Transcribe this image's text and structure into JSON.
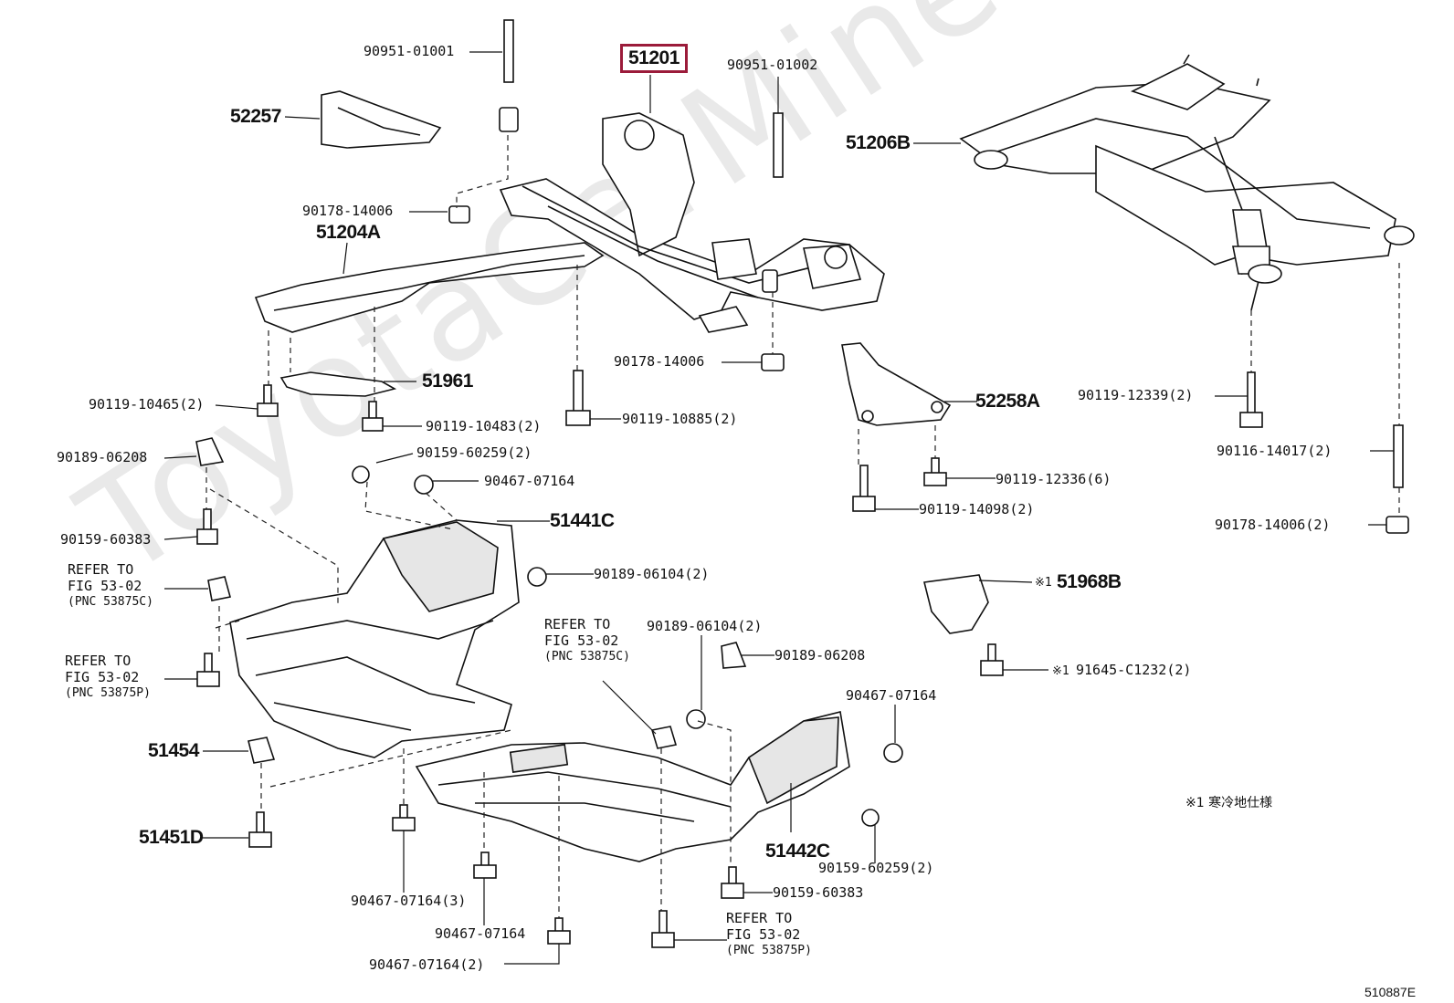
{
  "watermark": "ToyotaCarMine.ru",
  "figure_code": "510887E",
  "note": "※1 寒冷地仕様",
  "labels": {
    "l51201": "51201",
    "l90951_01001": "90951-01001",
    "l90951_01002": "90951-01002",
    "l52257": "52257",
    "l51206B": "51206B",
    "l90178_14006_a": "90178-14006",
    "l51204A": "51204A",
    "l51961": "51961",
    "l90119_10465": "90119-10465(2)",
    "l90119_10483": "90119-10483(2)",
    "l90119_10885": "90119-10885(2)",
    "l90178_14006_b": "90178-14006",
    "l52258A": "52258A",
    "l90119_12339": "90119-12339(2)",
    "l90116_14017": "90116-14017(2)",
    "l90119_12336": "90119-12336(6)",
    "l90119_14098": "90119-14098(2)",
    "l90178_14006_c": "90178-14006(2)",
    "l90189_06208_a": "90189-06208",
    "l90159_60259_a": "90159-60259(2)",
    "l90467_07164_a": "90467-07164",
    "l51441C": "51441C",
    "l90159_60383_a": "90159-60383",
    "l90189_06104_a": "90189-06104(2)",
    "l51968B": "51968B",
    "l51968B_mark": "※1",
    "l91645": "91645-C1232(2)",
    "l91645_mark": "※1",
    "l90189_06104_b": "90189-06104(2)",
    "l90189_06208_b": "90189-06208",
    "l90467_07164_b": "90467-07164",
    "l51454": "51454",
    "l51451D": "51451D",
    "l51442C": "51442C",
    "l90159_60259_b": "90159-60259(2)",
    "l90159_60383_b": "90159-60383",
    "l90467_07164_3": "90467-07164(3)",
    "l90467_07164_c": "90467-07164",
    "l90467_07164_2": "90467-07164(2)"
  },
  "refs": {
    "ref1": {
      "line1": "REFER TO",
      "line2": "FIG 53-02",
      "line3": "(PNC 53875C)"
    },
    "ref2": {
      "line1": "REFER TO",
      "line2": "FIG 53-02",
      "line3": "(PNC 53875P)"
    },
    "ref3": {
      "line1": "REFER TO",
      "line2": "FIG 53-02",
      "line3": "(PNC 53875C)"
    },
    "ref4": {
      "line1": "REFER TO",
      "line2": "FIG 53-02",
      "line3": "(PNC 53875P)"
    }
  },
  "colors": {
    "highlight": "#9b1b3a",
    "ink": "#111111",
    "watermark": "#e9e9e9"
  }
}
